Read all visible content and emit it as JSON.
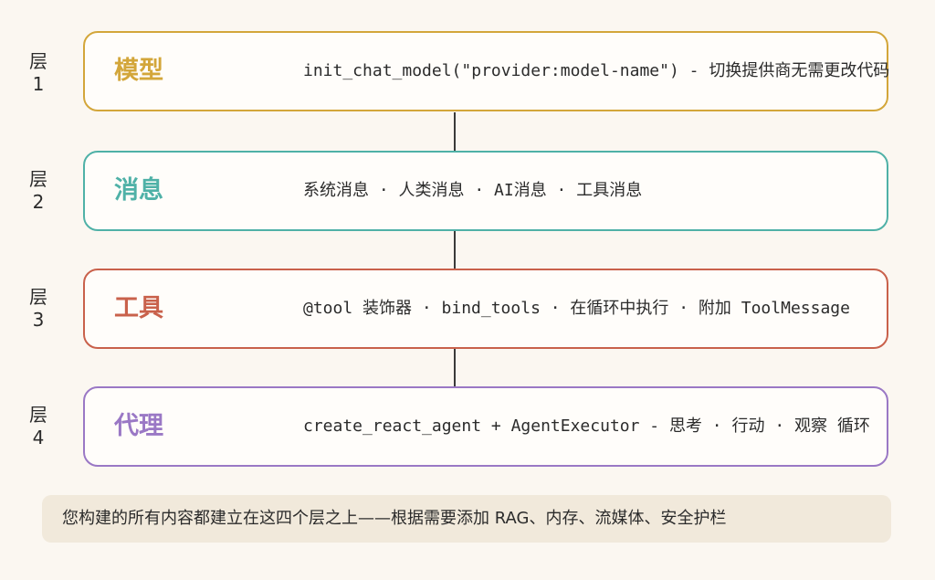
{
  "colors": {
    "background": "#fbf7f1",
    "model": "#d3a63a",
    "message": "#4fb1a7",
    "tool": "#c9614b",
    "agent": "#9a78c5",
    "connector": "#3a3a3a",
    "footer_bg": "#f1e9db"
  },
  "layers": [
    {
      "label_top": "层",
      "label_num": "1",
      "title": "模型",
      "description": "init_chat_model(\"provider:model-name\") - 切换提供商无需更改代码"
    },
    {
      "label_top": "层",
      "label_num": "2",
      "title": "消息",
      "description": "系统消息 · 人类消息 · AI消息 · 工具消息"
    },
    {
      "label_top": "层",
      "label_num": "3",
      "title": "工具",
      "description": "@tool 装饰器 · bind_tools · 在循环中执行 · 附加 ToolMessage"
    },
    {
      "label_top": "层",
      "label_num": "4",
      "title": "代理",
      "description": "create_react_agent + AgentExecutor - 思考 · 行动 · 观察 循环"
    }
  ],
  "footer": {
    "text": "您构建的所有内容都建立在这四个层之上——根据需要添加 RAG、内存、流媒体、安全护栏"
  }
}
